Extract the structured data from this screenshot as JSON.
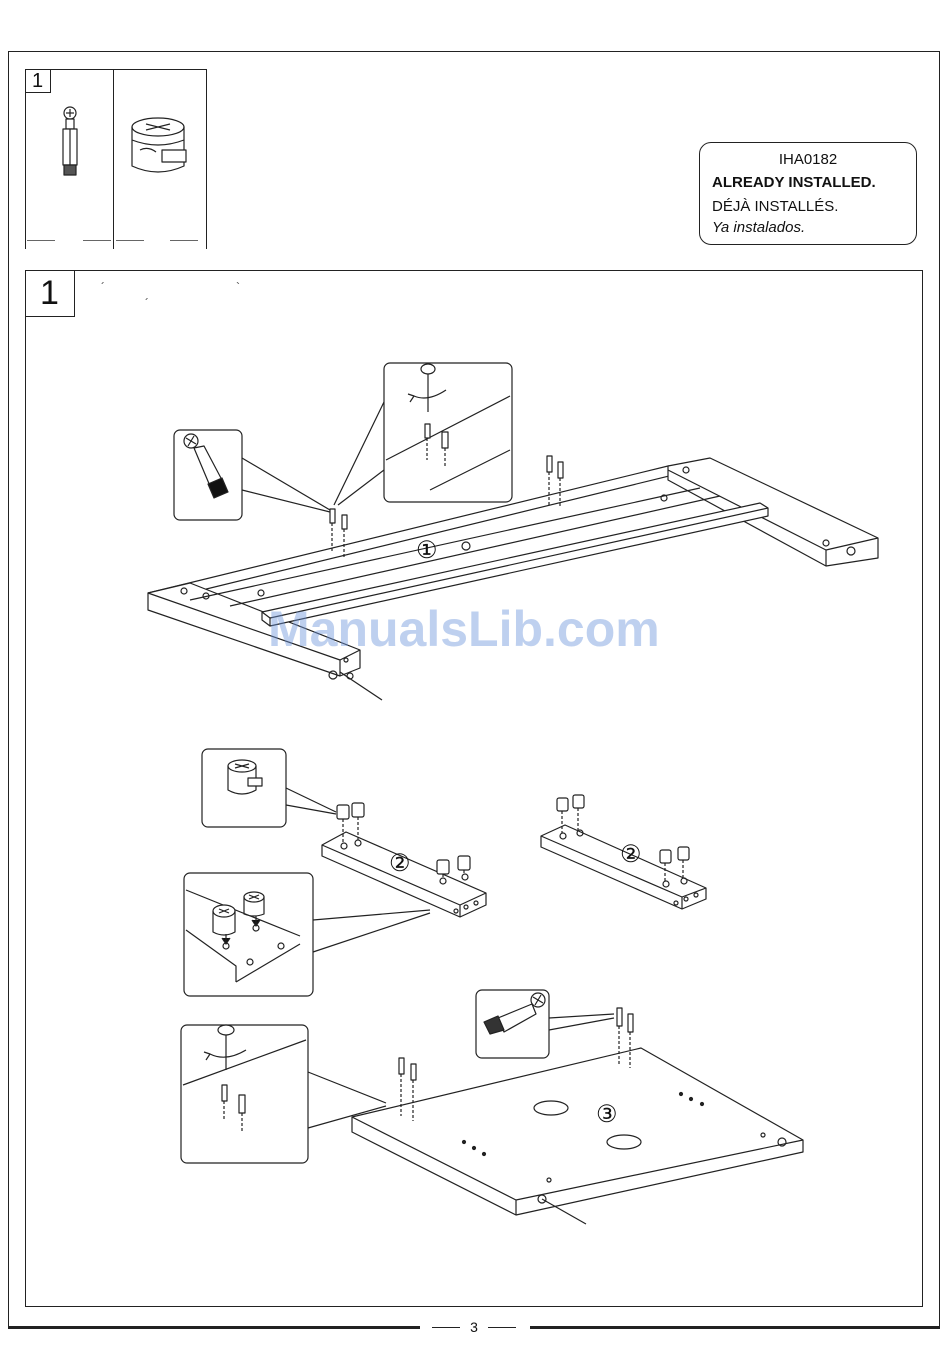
{
  "parts_panel": {
    "number": "1"
  },
  "notice": {
    "code": "IHA0182",
    "english": "ALREADY INSTALLED.",
    "french": "DÉJÀ INSTALLÉS.",
    "spanish": "Ya instalados."
  },
  "step": {
    "number": "1",
    "mark_1": "´",
    "mark_2": "`",
    "mark_3": "´",
    "labels": {
      "panel_1": "①",
      "panel_2a": "②",
      "panel_2b": "②",
      "panel_3": "③"
    }
  },
  "watermark": "ManualsLib.com",
  "page_number": "3"
}
